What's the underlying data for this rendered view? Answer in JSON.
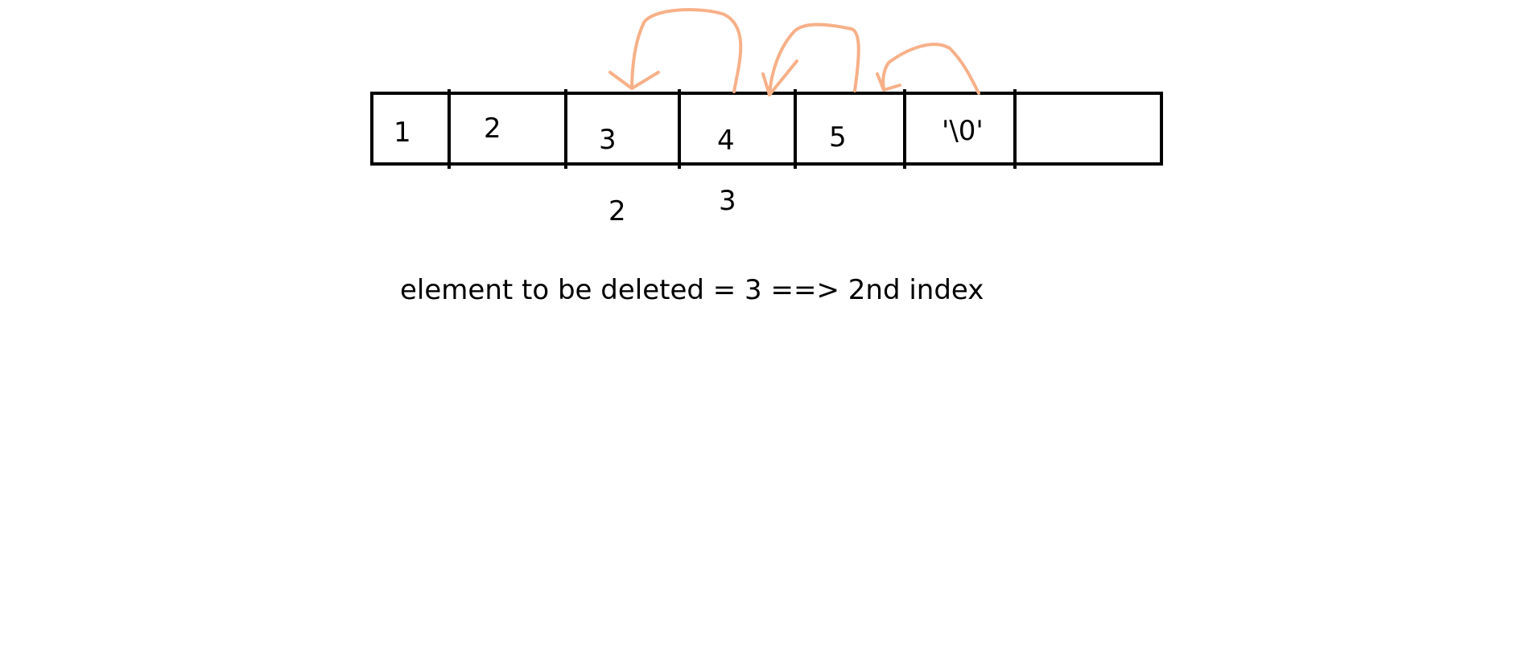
{
  "array": {
    "cells": [
      "1",
      "2",
      "3",
      "4",
      "5",
      "'\\0'",
      ""
    ]
  },
  "index_labels": [
    "2",
    "3"
  ],
  "caption": "element to be deleted = 3 ==> 2nd index",
  "colors": {
    "shift_arrows": "#f7b088",
    "outline": "#000000"
  }
}
